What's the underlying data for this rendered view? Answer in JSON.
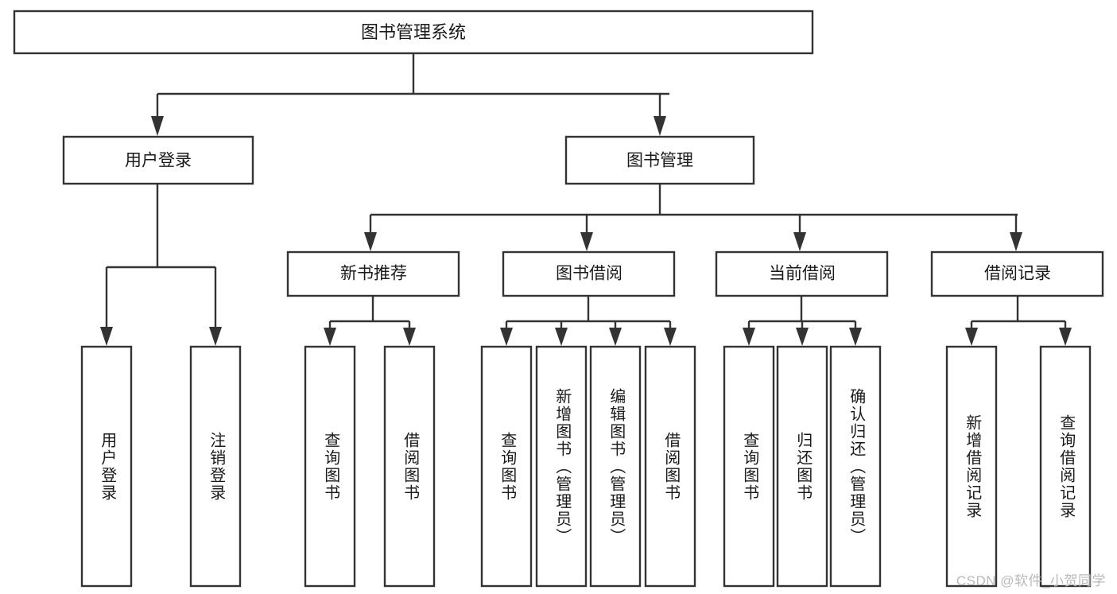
{
  "diagram": {
    "type": "tree-hierarchy",
    "title": "图书管理系统",
    "orientation": "top-down",
    "watermark": "CSDN @软件_小贺同学",
    "colors": {
      "stroke": "#333333",
      "box_fill": "#ffffff",
      "text": "#1a1a1a",
      "background": "#ffffff",
      "watermark": "#b9b9b9"
    },
    "levels": {
      "root": "图书管理系统",
      "level2": [
        "用户登录",
        "图书管理"
      ],
      "level3": [
        "新书推荐",
        "图书借阅",
        "当前借阅",
        "借阅记录"
      ]
    },
    "nodes": {
      "root": {
        "label": "图书管理系统"
      },
      "user_login": {
        "label": "用户登录"
      },
      "book_mgmt": {
        "label": "图书管理"
      },
      "new_book_rec": {
        "label": "新书推荐"
      },
      "book_borrow": {
        "label": "图书借阅"
      },
      "current_borrow": {
        "label": "当前借阅"
      },
      "borrow_record": {
        "label": "借阅记录"
      }
    },
    "leaves": {
      "user_login": [
        {
          "label": "用户登录"
        },
        {
          "label": "注销登录"
        }
      ],
      "new_book_rec": [
        {
          "label": "查询图书"
        },
        {
          "label": "借阅图书"
        }
      ],
      "book_borrow": [
        {
          "label": "查询图书"
        },
        {
          "label": "新增图书（管理员）"
        },
        {
          "label": "编辑图书（管理员）"
        },
        {
          "label": "借阅图书"
        }
      ],
      "current_borrow": [
        {
          "label": "查询图书"
        },
        {
          "label": "归还图书"
        },
        {
          "label": "确认归还（管理员）"
        }
      ],
      "borrow_record": [
        {
          "label": "新增借阅记录"
        },
        {
          "label": "查询借阅记录"
        }
      ]
    }
  }
}
